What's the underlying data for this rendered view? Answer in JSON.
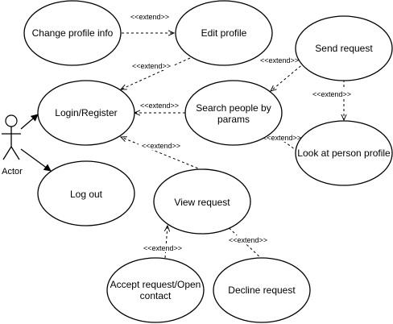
{
  "actor": {
    "name": "Actor"
  },
  "use_cases": {
    "change_profile": "Change profile info",
    "edit_profile": "Edit profile",
    "send_request": "Send request",
    "login_register": "Login/Register",
    "search_people": [
      "Search people by",
      "params"
    ],
    "look_at_profile": "Look at person profile",
    "log_out": "Log out",
    "view_request": "View request",
    "accept_request": [
      "Accept request/Open",
      "contact"
    ],
    "decline_request": "Decline request"
  },
  "relations": {
    "extend_label": "<<extend>>"
  }
}
